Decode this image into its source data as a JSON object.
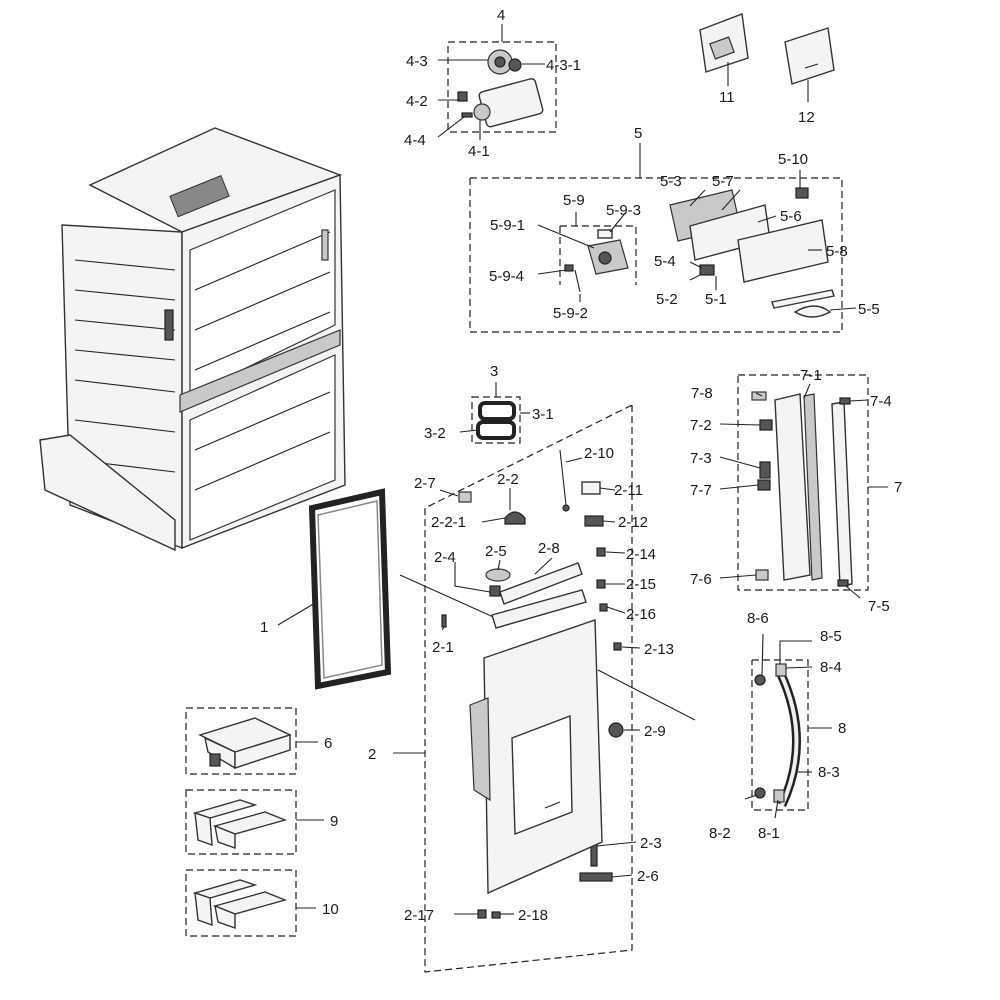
{
  "labels": {
    "l1": "1",
    "l2": "2",
    "l3": "3",
    "l4": "4",
    "l5": "5",
    "l6": "6",
    "l7": "7",
    "l8": "8",
    "l9": "9",
    "l10": "10",
    "l11": "11",
    "l12": "12",
    "l2_1": "2-1",
    "l2_2": "2-2",
    "l2_2_1": "2-2-1",
    "l2_3": "2-3",
    "l2_4": "2-4",
    "l2_5": "2-5",
    "l2_6": "2-6",
    "l2_7": "2-7",
    "l2_8": "2-8",
    "l2_9": "2-9",
    "l2_10": "2-10",
    "l2_11": "2-11",
    "l2_12": "2-12",
    "l2_13": "2-13",
    "l2_14": "2-14",
    "l2_15": "2-15",
    "l2_16": "2-16",
    "l2_17": "2-17",
    "l2_18": "2-18",
    "l3_1": "3-1",
    "l3_2": "3-2",
    "l4_1": "4-1",
    "l4_2": "4-2",
    "l4_3": "4-3",
    "l4_3_1": "4-3-1",
    "l4_4": "4-4",
    "l5_1": "5-1",
    "l5_2": "5-2",
    "l5_3": "5-3",
    "l5_4": "5-4",
    "l5_5": "5-5",
    "l5_6": "5-6",
    "l5_7": "5-7",
    "l5_8": "5-8",
    "l5_9": "5-9",
    "l5_9_1": "5-9-1",
    "l5_9_2": "5-9-2",
    "l5_9_3": "5-9-3",
    "l5_9_4": "5-9-4",
    "l5_10": "5-10",
    "l7_1": "7-1",
    "l7_2": "7-2",
    "l7_3": "7-3",
    "l7_4": "7-4",
    "l7_5": "7-5",
    "l7_6": "7-6",
    "l7_7": "7-7",
    "l7_8": "7-8",
    "l8_1": "8-1",
    "l8_2": "8-2",
    "l8_3": "8-3",
    "l8_4": "8-4",
    "l8_5": "8-5",
    "l8_6": "8-6"
  }
}
